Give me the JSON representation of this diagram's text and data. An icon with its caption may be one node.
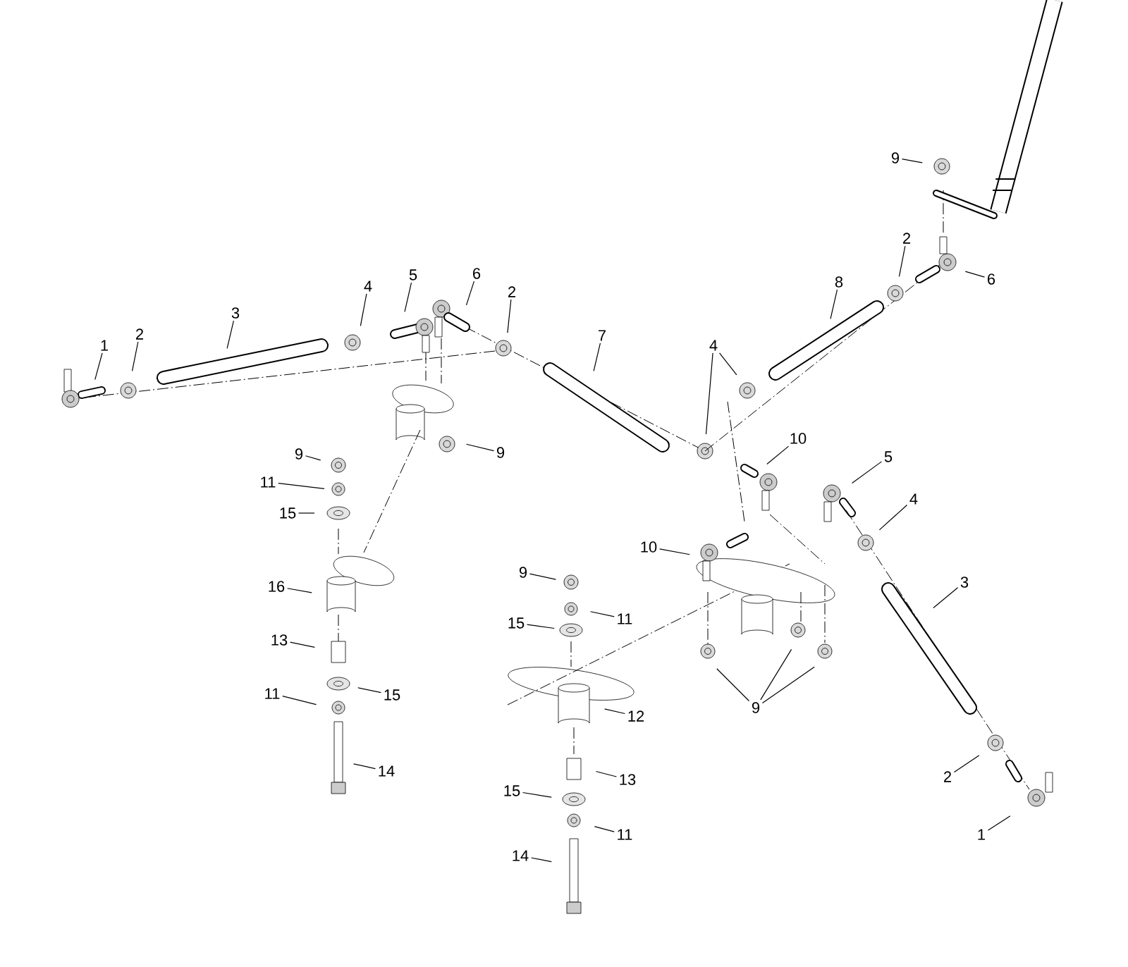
{
  "diagram": {
    "nodes": [
      {
        "text": [
          "9"
        ]
      },
      {
        "text": [
          "2"
        ]
      },
      {
        "text": [
          "5"
        ]
      },
      {
        "text": [
          "6"
        ]
      },
      {
        "text": [
          "6"
        ]
      },
      {
        "text": [
          "8"
        ]
      },
      {
        "text": [
          "4"
        ]
      },
      {
        "text": [
          "2"
        ]
      },
      {
        "text": [
          "3"
        ]
      },
      {
        "text": [
          "2"
        ]
      },
      {
        "text": [
          "7"
        ]
      },
      {
        "text": [
          "1"
        ]
      },
      {
        "text": [
          "4"
        ]
      },
      {
        "text": [
          "10"
        ]
      },
      {
        "text": [
          "9"
        ]
      },
      {
        "text": [
          "9"
        ]
      },
      {
        "text": [
          "5"
        ]
      },
      {
        "text": [
          "11"
        ]
      },
      {
        "text": [
          "4"
        ]
      },
      {
        "text": [
          "15"
        ]
      },
      {
        "text": [
          "10"
        ]
      },
      {
        "text": [
          "9"
        ]
      },
      {
        "text": [
          "3"
        ]
      },
      {
        "text": [
          "16"
        ]
      },
      {
        "text": [
          "11"
        ]
      },
      {
        "text": [
          "15"
        ]
      },
      {
        "text": [
          "13"
        ]
      },
      {
        "text": [
          "11"
        ]
      },
      {
        "text": [
          "15"
        ]
      },
      {
        "text": [
          "9"
        ]
      },
      {
        "text": [
          "12"
        ]
      },
      {
        "text": [
          "14"
        ]
      },
      {
        "text": [
          "2"
        ]
      },
      {
        "text": [
          "13"
        ]
      },
      {
        "text": [
          "15"
        ]
      },
      {
        "text": [
          "1"
        ]
      },
      {
        "text": [
          "11"
        ]
      },
      {
        "text": [
          "14"
        ]
      }
    ],
    "edges": [
      {
        "from": 0,
        "to": null,
        "arrow": "none"
      },
      {
        "from": 1,
        "to": null,
        "arrow": "none"
      },
      {
        "from": 2,
        "to": null,
        "arrow": "none"
      },
      {
        "from": 3,
        "to": null,
        "arrow": "none"
      },
      {
        "from": 4,
        "to": null,
        "arrow": "none"
      },
      {
        "from": 5,
        "to": null,
        "arrow": "none"
      },
      {
        "from": 6,
        "to": null,
        "arrow": "none"
      },
      {
        "from": 7,
        "to": null,
        "arrow": "none"
      },
      {
        "from": 8,
        "to": null,
        "arrow": "none"
      },
      {
        "from": 9,
        "to": null,
        "arrow": "none"
      },
      {
        "from": 10,
        "to": null,
        "arrow": "none"
      },
      {
        "from": 11,
        "to": null,
        "arrow": "none"
      },
      {
        "from": 12,
        "to": null,
        "arrow": "none"
      },
      {
        "from": 12,
        "to": null,
        "arrow": "none"
      },
      {
        "from": 13,
        "to": null,
        "arrow": "none"
      },
      {
        "from": 14,
        "to": null,
        "arrow": "none"
      },
      {
        "from": 15,
        "to": null,
        "arrow": "none"
      },
      {
        "from": 16,
        "to": null,
        "arrow": "none"
      },
      {
        "from": 17,
        "to": null,
        "arrow": "none"
      },
      {
        "from": 18,
        "to": null,
        "arrow": "none"
      },
      {
        "from": 19,
        "to": null,
        "arrow": "none"
      },
      {
        "from": 20,
        "to": null,
        "arrow": "none"
      },
      {
        "from": 21,
        "to": null,
        "arrow": "none"
      },
      {
        "from": 22,
        "to": null,
        "arrow": "none"
      },
      {
        "from": 23,
        "to": null,
        "arrow": "none"
      },
      {
        "from": 24,
        "to": null,
        "arrow": "none"
      },
      {
        "from": 25,
        "to": null,
        "arrow": "none"
      },
      {
        "from": 26,
        "to": null,
        "arrow": "none"
      },
      {
        "from": 27,
        "to": null,
        "arrow": "none"
      },
      {
        "from": 28,
        "to": null,
        "arrow": "none"
      },
      {
        "from": 29,
        "to": null,
        "arrow": "none"
      },
      {
        "from": 29,
        "to": null,
        "arrow": "none"
      },
      {
        "from": 29,
        "to": null,
        "arrow": "none"
      },
      {
        "from": 30,
        "to": null,
        "arrow": "none"
      },
      {
        "from": 31,
        "to": null,
        "arrow": "none"
      },
      {
        "from": 32,
        "to": null,
        "arrow": "none"
      },
      {
        "from": 33,
        "to": null,
        "arrow": "none"
      },
      {
        "from": 34,
        "to": null,
        "arrow": "none"
      },
      {
        "from": 35,
        "to": null,
        "arrow": "none"
      },
      {
        "from": 36,
        "to": null,
        "arrow": "none"
      },
      {
        "from": 37,
        "to": null,
        "arrow": "none"
      }
    ]
  }
}
